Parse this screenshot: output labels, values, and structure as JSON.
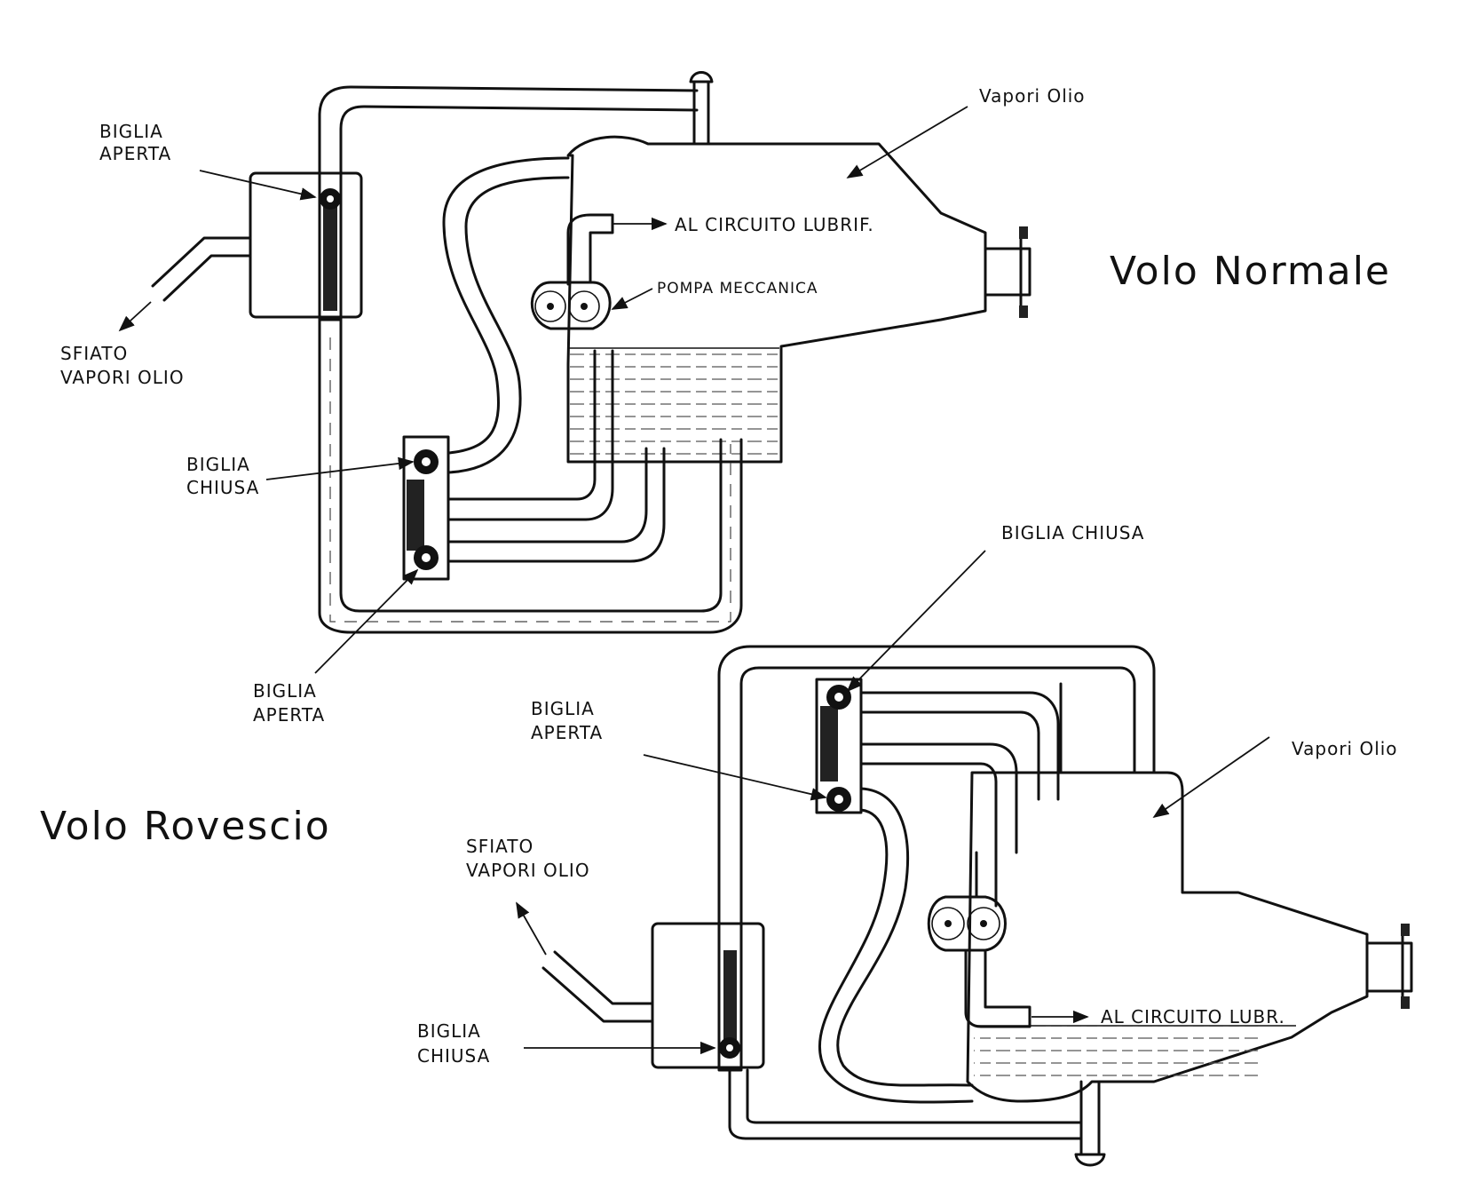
{
  "colors": {
    "ink": "#111111",
    "paper": "#ffffff",
    "hatch": "#222222"
  },
  "top": {
    "title": "Volo Normale",
    "labels": {
      "vapori_olio": "Vapori Olio",
      "al_circuito": "AL CIRCUITO LUBRIF.",
      "pompa": "POMPA MECCANICA",
      "biglia_aperta_1": "BIGLIA",
      "biglia_aperta_2": "APERTA",
      "sfiato_1": "SFIATO",
      "sfiato_2": "VAPORI OLIO",
      "biglia_chiusa_1": "BIGLIA",
      "biglia_chiusa_2": "CHIUSA",
      "biglia_aperta_low_1": "BIGLIA",
      "biglia_aperta_low_2": "APERTA"
    }
  },
  "bottom": {
    "title": "Volo Rovescio",
    "labels": {
      "biglia_chiusa_top": "BIGLIA CHIUSA",
      "biglia_aperta_1": "BIGLIA",
      "biglia_aperta_2": "APERTA",
      "vapori_olio": "Vapori Olio",
      "sfiato_1": "SFIATO",
      "sfiato_2": "VAPORI OLIO",
      "biglia_chiusa_1": "BIGLIA",
      "biglia_chiusa_2": "CHIUSA",
      "al_circuito": "AL CIRCUITO LUBR."
    }
  }
}
